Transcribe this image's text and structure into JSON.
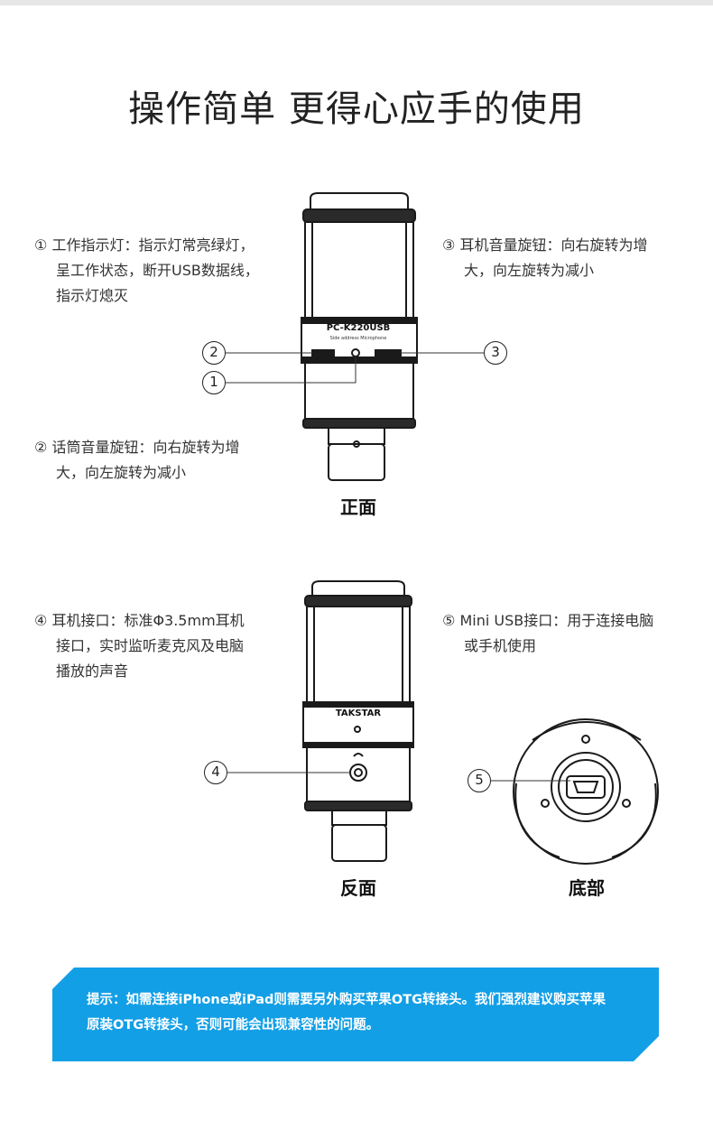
{
  "title": "操作简单 更得心应手的使用",
  "front": {
    "caption": "正面",
    "model_label": "PC-K220USB",
    "model_sublabel": "Side address Microphone",
    "note1": {
      "num": "①",
      "lines": [
        "工作指示灯：指示灯常亮绿灯，",
        "呈工作状态，断开USB数据线，",
        "指示灯熄灭"
      ]
    },
    "note2": {
      "num": "②",
      "lines": [
        "话筒音量旋钮：向右旋转为增",
        "大，向左旋转为减小"
      ]
    },
    "note3": {
      "num": "③",
      "lines": [
        "耳机音量旋钮：向右旋转为增",
        "大，向左旋转为减小"
      ]
    },
    "markers": {
      "m1": "1",
      "m2": "2",
      "m3": "3"
    }
  },
  "back": {
    "caption": "反面",
    "brand_label": "TAKSTAR",
    "note4": {
      "num": "④",
      "lines": [
        "耳机接口：标准Φ3.5mm耳机",
        "接口，实时监听麦克风及电脑",
        "播放的声音"
      ]
    },
    "markers": {
      "m4": "4"
    }
  },
  "bottom": {
    "caption": "底部",
    "note5": {
      "num": "⑤",
      "lines": [
        "Mini USB接口：用于连接电脑",
        "或手机使用"
      ]
    },
    "markers": {
      "m5": "5"
    }
  },
  "tip": {
    "lines": [
      "提示：如需连接iPhone或iPad则需要另外购买苹果OTG转接头。我们强烈建议购买苹果",
      "原装OTG转接头，否则可能会出现兼容性的问题。"
    ],
    "color": "#139fe6"
  }
}
